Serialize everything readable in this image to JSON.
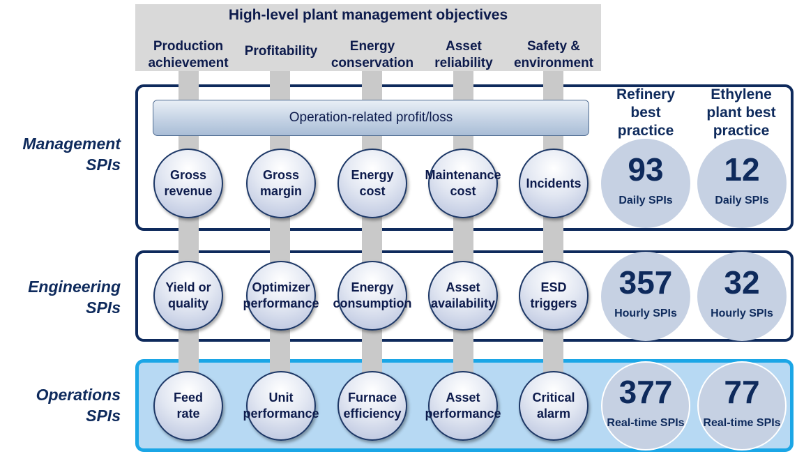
{
  "header": {
    "title": "High-level plant management objectives",
    "objectives": [
      "Production\nachievement",
      "Profitability",
      "Energy\nconservation",
      "Asset\nreliability",
      "Safety &\nenvironment"
    ]
  },
  "tiers": {
    "management": "Management\nSPIs",
    "engineering": "Engineering\nSPIs",
    "operations": "Operations\nSPIs"
  },
  "profit_bar": "Operation-related profit/loss",
  "spis": {
    "management": [
      "Gross\nrevenue",
      "Gross\nmargin",
      "Energy\ncost",
      "Maintenance\ncost",
      "Incidents"
    ],
    "engineering": [
      "Yield or\nquality",
      "Optimizer\nperformance",
      "Energy\nconsumption",
      "Asset\navailability",
      "ESD\ntriggers"
    ],
    "operations": [
      "Feed\nrate",
      "Unit\nperformance",
      "Furnace\nefficiency",
      "Asset\nperformance",
      "Critical\nalarm"
    ]
  },
  "best_practice": {
    "refinery_heading": "Refinery\nbest\npractice",
    "ethylene_heading": "Ethylene\nplant best\npractice",
    "management": {
      "refinery": "93",
      "ethylene": "12",
      "unit": "Daily SPIs"
    },
    "engineering": {
      "refinery": "357",
      "ethylene": "32",
      "unit": "Hourly SPIs"
    },
    "operations": {
      "refinery": "377",
      "ethylene": "77",
      "unit": "Real-time SPIs"
    }
  }
}
